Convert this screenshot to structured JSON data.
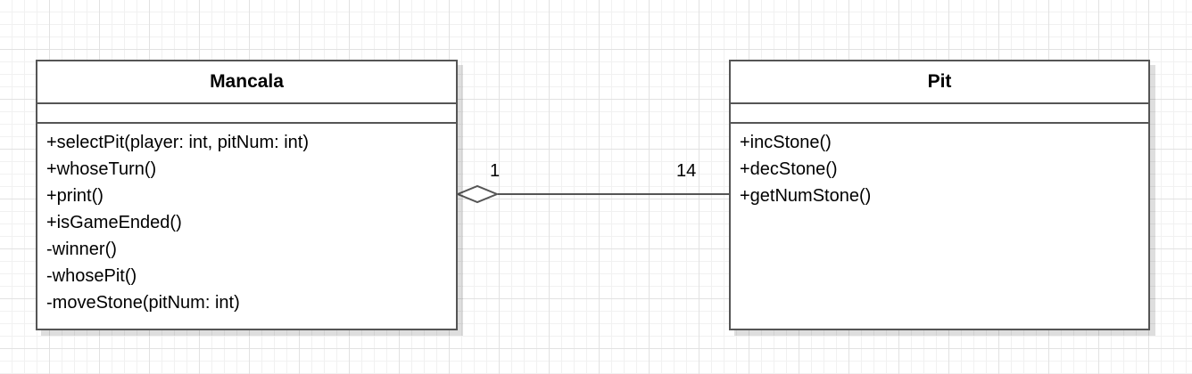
{
  "diagram": {
    "classes": [
      {
        "name": "Mancala",
        "attributes": [],
        "operations": [
          "+selectPit(player: int, pitNum: int)",
          "+whoseTurn()",
          "+print()",
          "+isGameEnded()",
          "-winner()",
          "-whosePit()",
          "-moveStone(pitNum: int)"
        ]
      },
      {
        "name": "Pit",
        "attributes": [],
        "operations": [
          "+incStone()",
          "+decStone()",
          "+getNumStone()"
        ]
      }
    ],
    "association": {
      "type": "aggregation",
      "whole": "Mancala",
      "part": "Pit",
      "whole_multiplicity": "1",
      "part_multiplicity": "14"
    }
  }
}
